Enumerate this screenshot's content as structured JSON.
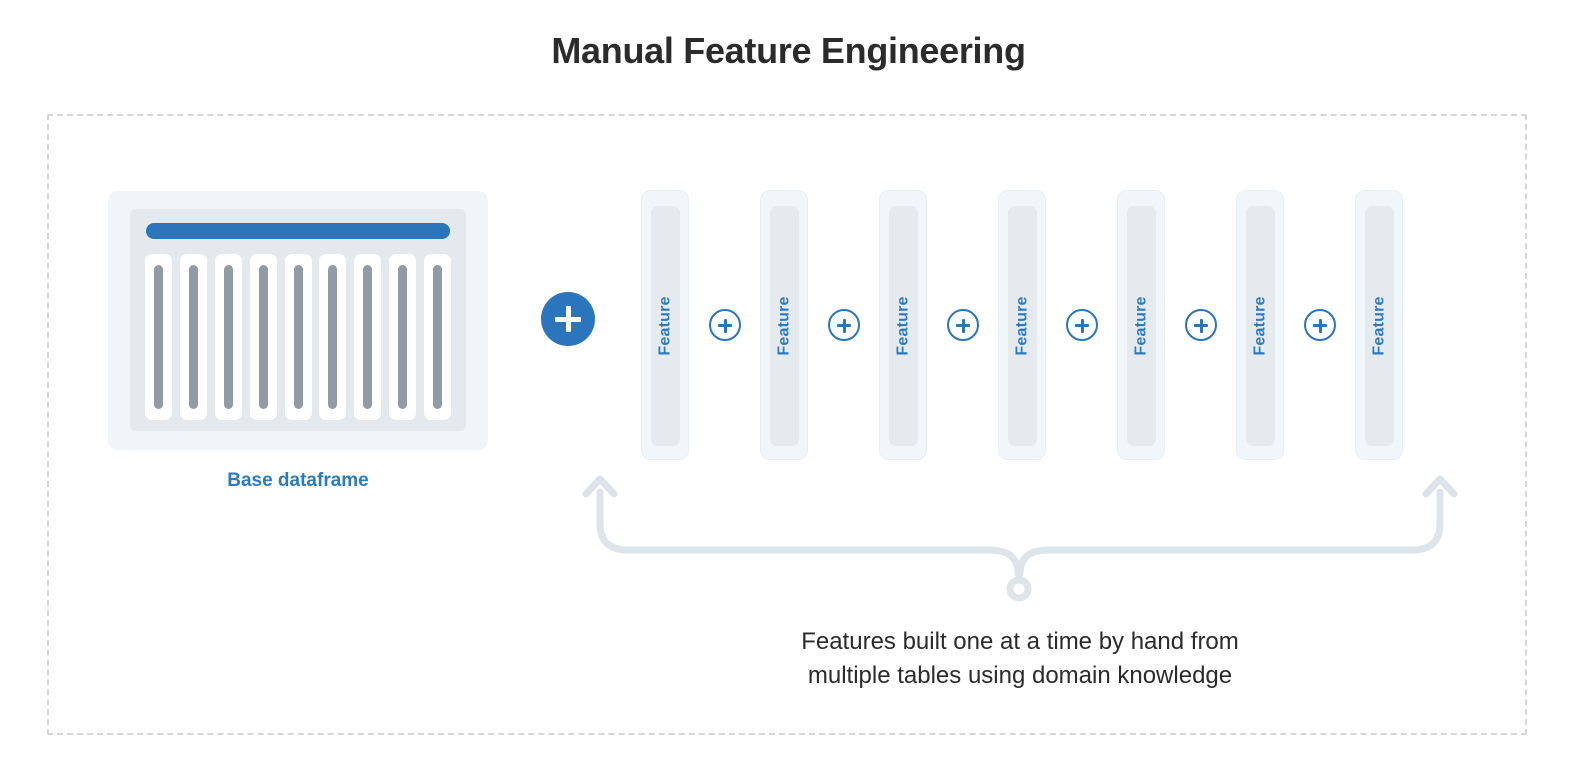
{
  "title": "Manual Feature Engineering",
  "base": {
    "label": "Base dataframe",
    "column_count": 9,
    "header_bar_color": "#2a75bb",
    "card_color": "#f1f5f9",
    "panel_color": "#e4e9ee",
    "bar_color": "#909ba5"
  },
  "big_plus": {
    "icon": "plus-icon",
    "color": "#2a75bb"
  },
  "features": [
    {
      "label": "Feature"
    },
    {
      "label": "Feature"
    },
    {
      "label": "Feature"
    },
    {
      "label": "Feature"
    },
    {
      "label": "Feature"
    },
    {
      "label": "Feature"
    },
    {
      "label": "Feature"
    }
  ],
  "connectors": [
    {
      "icon": "plus-icon"
    },
    {
      "icon": "plus-icon"
    },
    {
      "icon": "plus-icon"
    },
    {
      "icon": "plus-icon"
    },
    {
      "icon": "plus-icon"
    },
    {
      "icon": "plus-icon"
    }
  ],
  "brace": {
    "icon": "curly-brace-bracket",
    "color": "#dde5eb",
    "left_arrow": "arrow-up-icon",
    "right_arrow": "arrow-up-icon",
    "center_node": "circle-node"
  },
  "caption": {
    "line1": "Features built one at a time by hand from",
    "line2": "multiple tables using domain knowledge"
  },
  "colors": {
    "accent_blue": "#2a75bb",
    "label_blue": "#2a7ac4",
    "text_dark": "#2b2b2b",
    "frame_dash": "#d6d6d6",
    "brace_gray": "#dde5eb"
  }
}
